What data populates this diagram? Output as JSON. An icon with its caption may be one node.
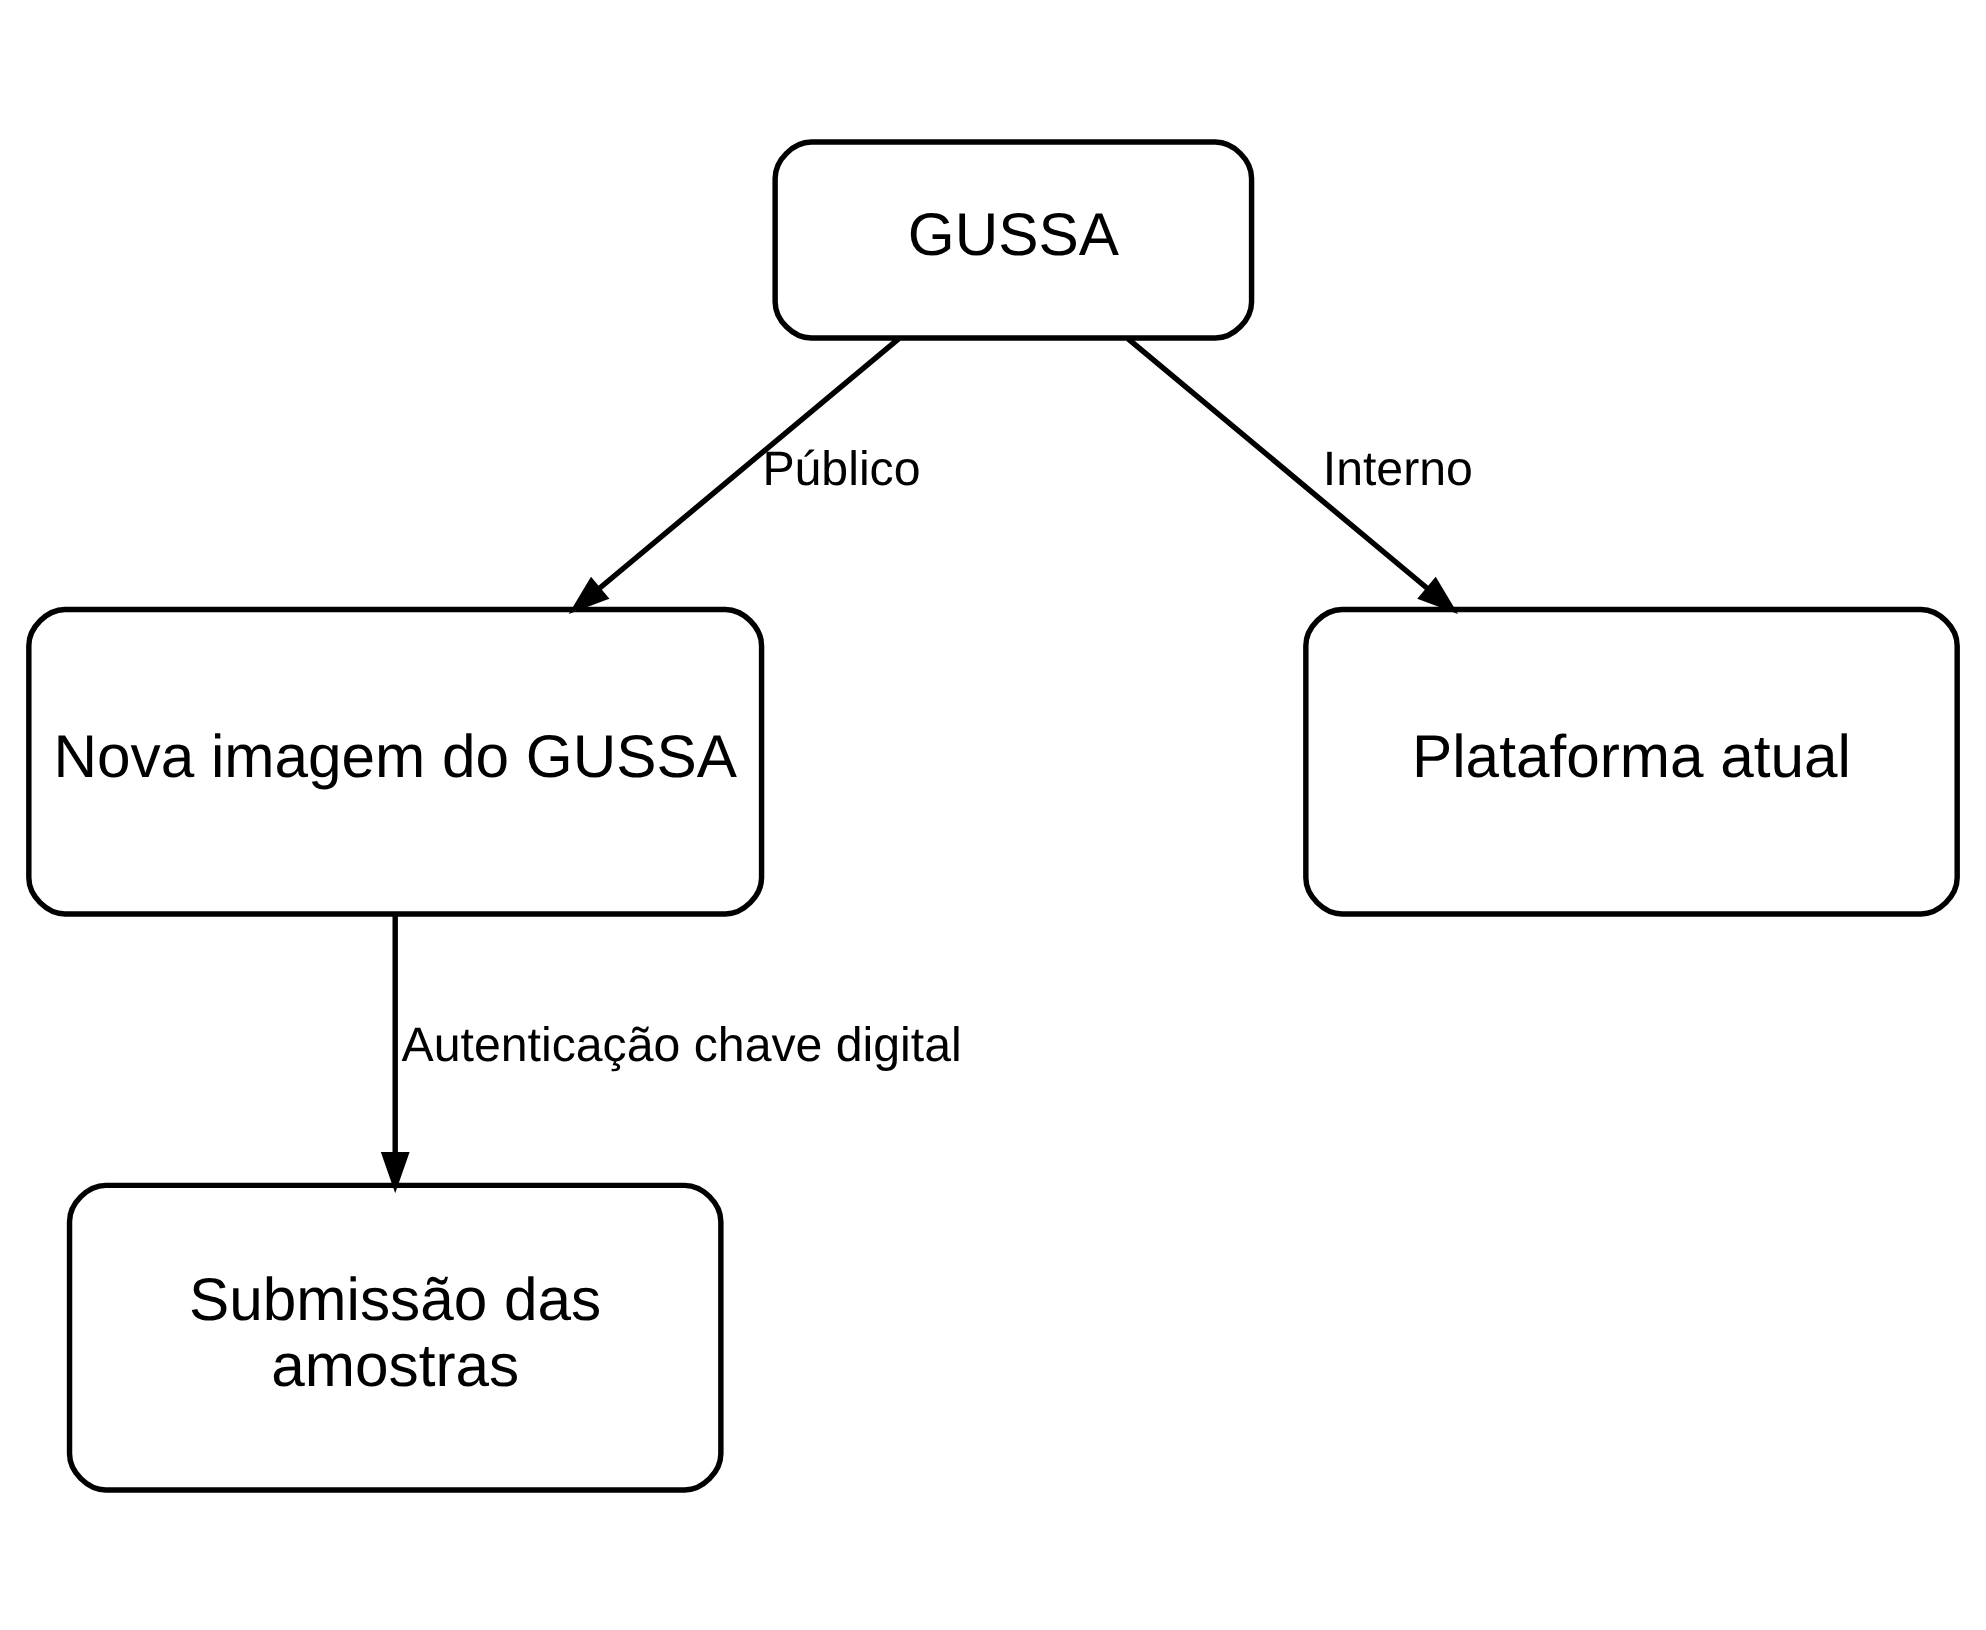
{
  "diagram": {
    "nodes": [
      {
        "text": [
          "GUSSA"
        ]
      },
      {
        "text": [
          "Nova imagem do GUSSA"
        ]
      },
      {
        "text": [
          "Plataforma atual"
        ]
      },
      {
        "text": [
          "Submissão das amostras"
        ]
      }
    ],
    "edges": [
      {
        "from": 0,
        "to": 1,
        "arrow": "to",
        "label": "Público"
      },
      {
        "from": 0,
        "to": 2,
        "arrow": "to",
        "label": "Interno"
      },
      {
        "from": 1,
        "to": 3,
        "arrow": "to",
        "label": "Autenticação chave digital"
      }
    ]
  }
}
